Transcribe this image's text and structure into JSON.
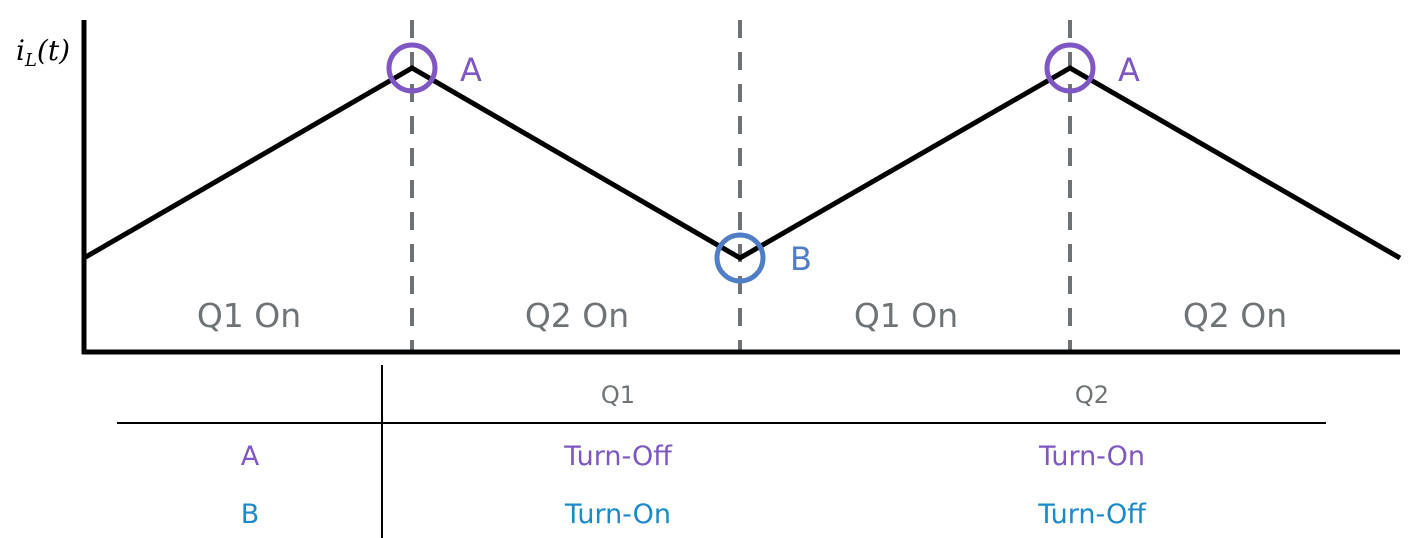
{
  "axis": {
    "ylabel_main": "i",
    "ylabel_sub": "L",
    "ylabel_arg": "(t)"
  },
  "regions": [
    "Q1 On",
    "Q2 On",
    "Q1 On",
    "Q2 On"
  ],
  "points": [
    {
      "label": "A",
      "color": "#7e57c2"
    },
    {
      "label": "B",
      "color": "#4f7ec6"
    },
    {
      "label": "A",
      "color": "#7e57c2"
    }
  ],
  "table": {
    "headers": [
      "",
      "Q1",
      "Q2"
    ],
    "rows": [
      {
        "point": "A",
        "q1": "Turn-Off",
        "q2": "Turn-On",
        "color": "#7e57c2"
      },
      {
        "point": "B",
        "q1": "Turn-On",
        "q2": "Turn-Off",
        "color": "#1a8ac8"
      }
    ]
  },
  "colors": {
    "waveform": "#000000",
    "dashed": "#6f7375"
  }
}
